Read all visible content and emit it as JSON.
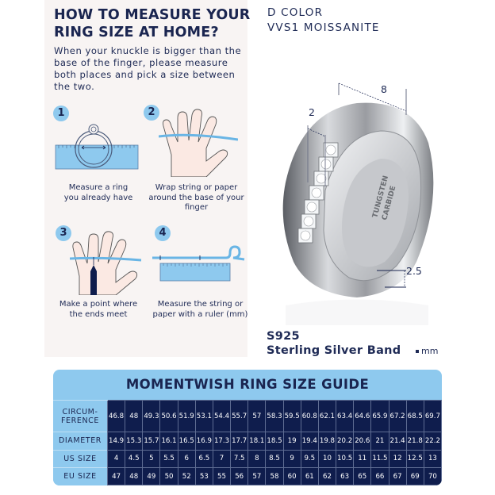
{
  "how_to": {
    "title_line1": "HOW TO MEASURE YOUR",
    "title_line2": "RING SIZE AT HOME?",
    "intro": "When your knuckle is bigger than the base of the finger, please measure both places and pick a size between the two.",
    "steps": [
      {
        "number": "1",
        "caption_line1": "Measure a ring",
        "caption_line2": "you already have",
        "icon": "ring-on-ruler-icon"
      },
      {
        "number": "2",
        "caption_line1": "Wrap string or paper",
        "caption_line2": "around the base of your finger",
        "icon": "hand-with-string-icon"
      },
      {
        "number": "3",
        "caption_line1": "Make a point where",
        "caption_line2": "the ends meet",
        "icon": "hand-with-pen-mark-icon"
      },
      {
        "number": "4",
        "caption_line1": "Measure the string or",
        "caption_line2": "paper with a ruler (mm)",
        "icon": "string-over-ruler-icon"
      }
    ]
  },
  "product": {
    "spec_line1": "D COLOR",
    "spec_line2": "VVS1 MOISSANITE",
    "dim_width": "8",
    "dim_stone": "2",
    "dim_thickness": "2.5",
    "engraving_line1": "TUNGSTEN",
    "engraving_line2": "CARBIDE",
    "material_line1": "S925",
    "material_line2": "Sterling Silver Band",
    "unit": "mm"
  },
  "size_guide": {
    "title": "MOMENTWISH RING SIZE GUIDE",
    "colors": {
      "header_bg": "#8ec9ee",
      "cell_bg": "#0f1d4d",
      "text": "#1a2550"
    },
    "rows": [
      {
        "label": "CIRCUM-\nFERENCE",
        "values": [
          "46.8",
          "48",
          "49.3",
          "50.6",
          "51.9",
          "53.1",
          "54.4",
          "55.7",
          "57",
          "58.3",
          "59.5",
          "60.8",
          "62.1",
          "63.4",
          "64.6",
          "65.9",
          "67.2",
          "68.5",
          "69.7"
        ]
      },
      {
        "label": "DIAMETER",
        "values": [
          "14.9",
          "15.3",
          "15.7",
          "16.1",
          "16.5",
          "16.9",
          "17.3",
          "17.7",
          "18.1",
          "18.5",
          "19",
          "19.4",
          "19.8",
          "20.2",
          "20.6",
          "21",
          "21.4",
          "21.8",
          "22.2"
        ]
      },
      {
        "label": "US SIZE",
        "values": [
          "4",
          "4.5",
          "5",
          "5.5",
          "6",
          "6.5",
          "7",
          "7.5",
          "8",
          "8.5",
          "9",
          "9.5",
          "10",
          "10.5",
          "11",
          "11.5",
          "12",
          "12.5",
          "13"
        ]
      },
      {
        "label": "EU SIZE",
        "values": [
          "47",
          "48",
          "49",
          "50",
          "52",
          "53",
          "55",
          "56",
          "57",
          "58",
          "60",
          "61",
          "62",
          "63",
          "65",
          "66",
          "67",
          "69",
          "70"
        ]
      }
    ]
  }
}
